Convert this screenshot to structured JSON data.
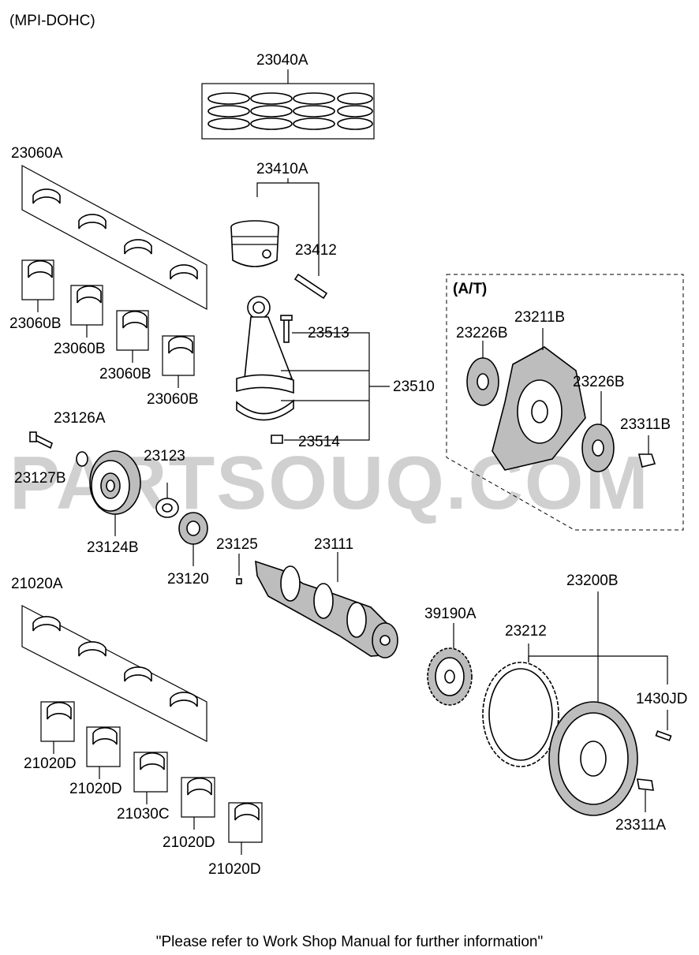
{
  "header": {
    "variant": "(MPI-DOHC)"
  },
  "watermark": "PARTSOUQ.COM",
  "at_group": {
    "label": "(A/T)"
  },
  "labels": [
    "23040A",
    "23060A",
    "23410A",
    "23412",
    "23060B",
    "23060B",
    "23060B",
    "23060B",
    "23513",
    "23510",
    "23514",
    "23126A",
    "23127B",
    "23123",
    "23124B",
    "23120",
    "23125",
    "23111",
    "21020A",
    "21020D",
    "21020D",
    "21030C",
    "21020D",
    "21020D",
    "39190A",
    "23200B",
    "23212",
    "1430JD",
    "23311A",
    "23211B",
    "23226B",
    "23226B",
    "23311B"
  ],
  "footer": {
    "note": "\"Please refer to Work Shop Manual for further information\""
  }
}
